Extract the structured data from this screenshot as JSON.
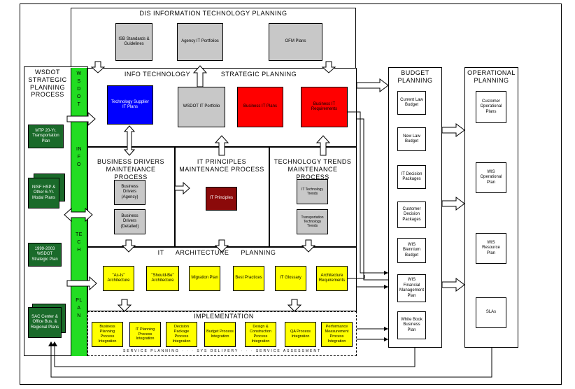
{
  "dis_title": "DIS INFORMATION TECHNOLOGY PLANNING",
  "dis_boxes": [
    "ISB Standards & Guidelines",
    "Agency IT Portfolios",
    "OFM Plans"
  ],
  "wsdot_title": "WSDOT STRATEGIC PLANNING PROCESS",
  "wsdot_side": {
    "top": "WSDOT",
    "info": "INFO",
    "tech": "TECH",
    "plan": "PLAN"
  },
  "wsdot_boxes": [
    "MTP 20-Yr. Transportation Plan",
    "NISF HSP & Other 6-Yr. Modal Plans",
    "1999-2003 WSDOT Strategic Plan",
    "SAC Center & Office Bus. & Regional Plans"
  ],
  "it_strategic": {
    "left": "INFO TECHNOLOGY",
    "right": "STRATEGIC PLANNING"
  },
  "strategic_boxes": [
    "Technology Supplier IT Plans",
    "WSDOT IT Portfolio",
    "Business IT Plans",
    "Business IT Requirements"
  ],
  "business_drivers": {
    "title": "BUSINESS DRIVERS MAINTENANCE PROCESS",
    "boxes": [
      "Business Drivers (Agency)",
      "Business Drivers (Detailed)"
    ]
  },
  "it_principles": {
    "title": "IT PRINCIPLES MAINTENANCE PROCESS",
    "box": "IT Principles"
  },
  "tech_trends": {
    "title": "TECHNOLOGY TRENDS MAINTENANCE PROCESS",
    "boxes": [
      "IT Technology Trends",
      "Transportation Technology Trends"
    ]
  },
  "architecture": {
    "title": "IT ARCHITECTURE PLANNING",
    "boxes": [
      "\"As-Is\" Architecture",
      "\"Should-Be\" Architecture",
      "Migration Plan",
      "Best Practices",
      "IT Glossary",
      "Architecture Requirements"
    ]
  },
  "implementation": {
    "title": "IMPLEMENTATION",
    "boxes": [
      "Business Planning Process Integration",
      "IT Planning Process Integration",
      "Decision Package Process Integration",
      "Budget Process Integration",
      "Design & Construction Process Integration",
      "QA Process Integration",
      "Performance Measurement Process Integration"
    ],
    "footer": "SERVICE PLANNING · · · SYS DELIVERY · · · SERVICE ASSESSMENT"
  },
  "budget": {
    "title": "BUDGET PLANNING",
    "boxes": [
      "Current Law Budget",
      "New Law Budget",
      "IT Decision Packages",
      "Customer Decision Packages",
      "WIS Biennium Budget",
      "WIS Financial Management Plan",
      "White Book Business Plan"
    ]
  },
  "operational": {
    "title": "OPERATIONAL PLANNING",
    "boxes": [
      "Customer Operational Plans",
      "WIS Operational Plan",
      "WIS Resource Plan",
      "SLAs"
    ]
  }
}
